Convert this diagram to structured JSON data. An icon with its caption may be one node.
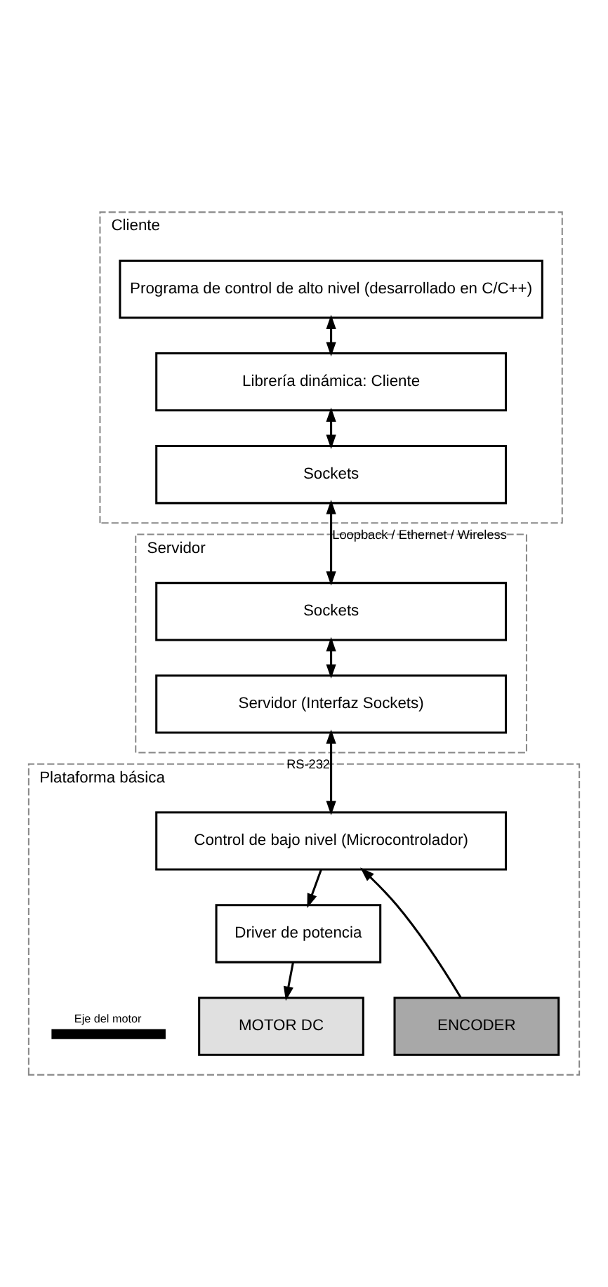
{
  "diagram": {
    "nodes": [
      {
        "text": [
          "Cliente"
        ]
      },
      {
        "text": [
          "Programa de control de alto nivel (desarrollado en C/C++)"
        ],
        "in": 0
      },
      {
        "text": [
          "Librería dinámica: Cliente"
        ],
        "in": 0
      },
      {
        "text": [
          "Sockets"
        ],
        "in": 0
      },
      {
        "text": [
          "Servidor"
        ]
      },
      {
        "text": [
          "Sockets"
        ],
        "in": 4
      },
      {
        "text": [
          "Servidor (Interfaz Sockets)"
        ],
        "in": 4
      },
      {
        "text": [
          "Plataforma básica"
        ]
      },
      {
        "text": [
          "Control de bajo nivel (Microcontrolador)"
        ],
        "in": 7
      },
      {
        "text": [
          "Driver de potencia"
        ],
        "in": 7
      },
      {
        "text": [
          "MOTOR DC"
        ],
        "in": 7
      },
      {
        "text": [
          "ENCODER"
        ],
        "in": 7
      },
      {
        "text": [],
        "shape": "bar",
        "beside": [
          "Eje del motor"
        ],
        "in": 7
      }
    ],
    "edges": [
      {
        "from": 1,
        "to": 2,
        "arrow": "both"
      },
      {
        "from": 2,
        "to": 3,
        "arrow": "both"
      },
      {
        "from": 3,
        "to": 5,
        "arrow": "both",
        "label": "Loopback / Ethernet / Wireless"
      },
      {
        "from": 5,
        "to": 6,
        "arrow": "both"
      },
      {
        "from": 6,
        "to": 8,
        "arrow": "both",
        "label": "RS-232"
      },
      {
        "from": 8,
        "to": 9,
        "arrow": "to"
      },
      {
        "from": 9,
        "to": 10,
        "arrow": "to"
      },
      {
        "from": 11,
        "to": 8,
        "arrow": "to"
      }
    ]
  }
}
